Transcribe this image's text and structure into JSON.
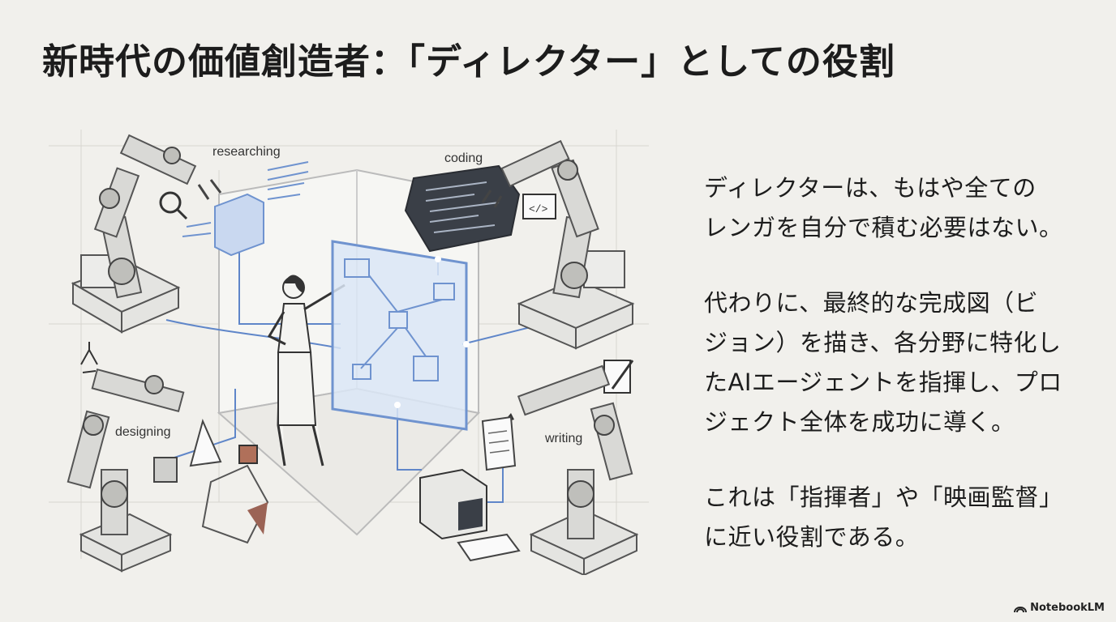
{
  "title": "新時代の価値創造者：「ディレクター」としての役割",
  "illustration": {
    "labels": {
      "researching": "researching",
      "coding": "coding",
      "designing": "designing",
      "writing": "writing"
    },
    "icons": [
      "magnifier-icon",
      "code-window-icon",
      "compass-icon",
      "pen-note-icon"
    ]
  },
  "body": {
    "p1": {
      "l1": "ディレクターは、もはや全ての",
      "l2": "レンガを自分で積む必要はない。"
    },
    "p2": {
      "l1": "代わりに、最終的な完成図（ビ",
      "l2": "ジョン）を描き、各分野に特化し",
      "l3": "たAIエージェントを指揮し、プロ",
      "l4": "ジェクト全体を成功に導く。"
    },
    "p3": {
      "l1": "これは「指揮者」や「映画監督」",
      "l2": "に近い役割である。"
    }
  },
  "footer": {
    "brand": "NotebookLM"
  },
  "colors": {
    "background": "#f1f0ec",
    "accent_blue": "#5f86c9",
    "text": "#1c1c1c"
  }
}
